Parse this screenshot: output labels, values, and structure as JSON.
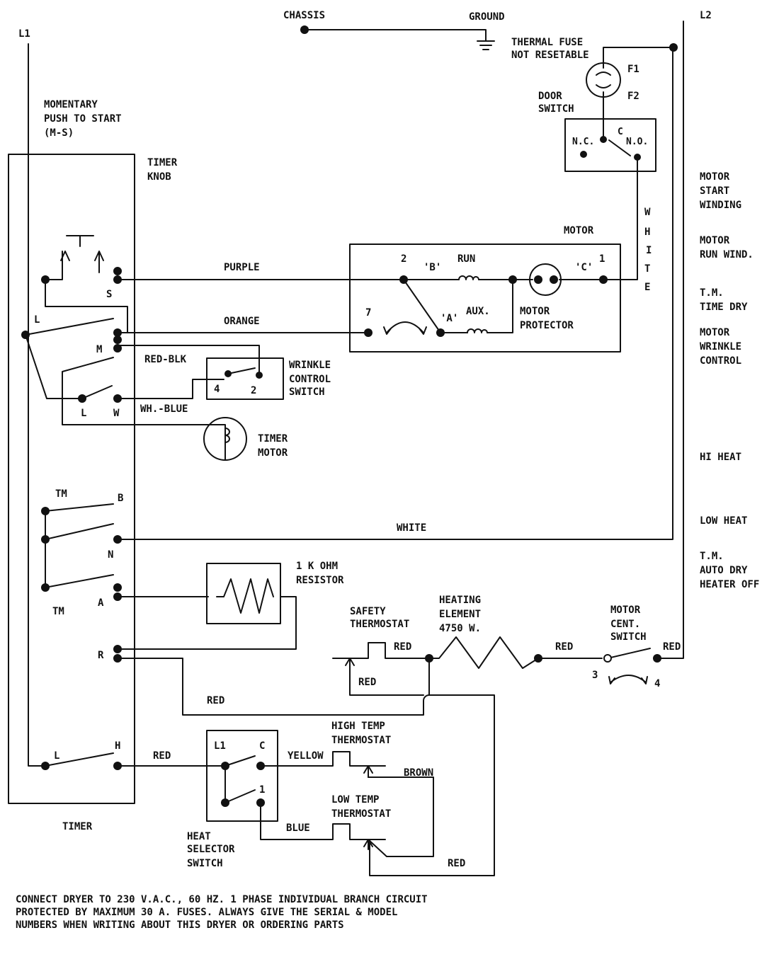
{
  "labels": {
    "l1": "L1",
    "l2": "L2",
    "chassis": "CHASSIS",
    "ground": "GROUND",
    "thermal_fuse": [
      "THERMAL FUSE",
      "NOT RESETABLE"
    ],
    "f1": "F1",
    "f2": "F2",
    "door_switch": [
      "DOOR",
      "SWITCH"
    ],
    "nc": "N.C.",
    "c": "C",
    "no": "N.O.",
    "momentary": [
      "MOMENTARY",
      "PUSH TO START",
      "(M-S)"
    ],
    "timer_knob": [
      "TIMER",
      "KNOB"
    ],
    "timer": "TIMER",
    "motor": "MOTOR",
    "run": "RUN",
    "aux": "AUX.",
    "b_terminal": "'B'",
    "a_terminal": "'A'",
    "c_terminal": "'C'",
    "motor_protector": [
      "MOTOR",
      "PROTECTOR"
    ],
    "t2": "2",
    "t7": "7",
    "t1": "1",
    "purple": "PURPLE",
    "orange": "ORANGE",
    "white_vertical": [
      "W",
      "H",
      "I",
      "T",
      "E"
    ],
    "red_blk": "RED-BLK",
    "wh_blue": "WH.-BLUE",
    "wrinkle": [
      "WRINKLE",
      "CONTROL",
      "SWITCH"
    ],
    "w4": "4",
    "w2": "2",
    "timer_motor": [
      "TIMER",
      "MOTOR"
    ],
    "s": "S",
    "l_top": "L",
    "m": "M",
    "l_mid": "L",
    "w": "W",
    "tm_top": "TM",
    "b": "B",
    "n": "N",
    "tm_bot": "TM",
    "a": "A",
    "r": "R",
    "l_bot": "L",
    "h": "H",
    "white": "WHITE",
    "resistor": [
      "1 K OHM",
      "RESISTOR"
    ],
    "safety": [
      "SAFETY",
      "THERMOSTAT"
    ],
    "heating": [
      "HEATING",
      "ELEMENT",
      "4750 W."
    ],
    "red_1": "RED",
    "red_2": "RED",
    "red_3": "RED",
    "red_4": "RED",
    "red_5": "RED",
    "red_6": "RED",
    "red_7": "RED",
    "motor_cent": [
      "MOTOR",
      "CENT.",
      "SWITCH"
    ],
    "mc3": "3",
    "mc4": "4",
    "heat_selector": [
      "HEAT",
      "SELECTOR",
      "SWITCH"
    ],
    "hs_l1": "L1",
    "hs_c": "C",
    "hs_1": "1",
    "yellow": "YELLOW",
    "blue": "BLUE",
    "brown": "BROWN",
    "high_temp": [
      "HIGH TEMP",
      "THERMOSTAT"
    ],
    "low_temp": [
      "LOW TEMP",
      "THERMOSTAT"
    ]
  },
  "legend": {
    "motor_start": [
      "MOTOR",
      "START",
      "WINDING"
    ],
    "motor_run": [
      "MOTOR",
      "RUN WIND."
    ],
    "tm_time_dry": [
      "T.M.",
      "TIME DRY"
    ],
    "motor_wrinkle": [
      "MOTOR",
      "WRINKLE",
      "CONTROL"
    ],
    "hi_heat": "HI HEAT",
    "low_heat": "LOW HEAT",
    "tm_auto_dry": [
      "T.M.",
      "AUTO DRY",
      "HEATER OFF"
    ]
  },
  "footer": [
    "CONNECT DRYER TO 230 V.A.C., 60 HZ. 1 PHASE INDIVIDUAL BRANCH CIRCUIT",
    "PROTECTED BY MAXIMUM 30 A. FUSES. ALWAYS GIVE THE SERIAL & MODEL",
    "NUMBERS WHEN WRITING ABOUT THIS DRYER OR ORDERING PARTS"
  ]
}
